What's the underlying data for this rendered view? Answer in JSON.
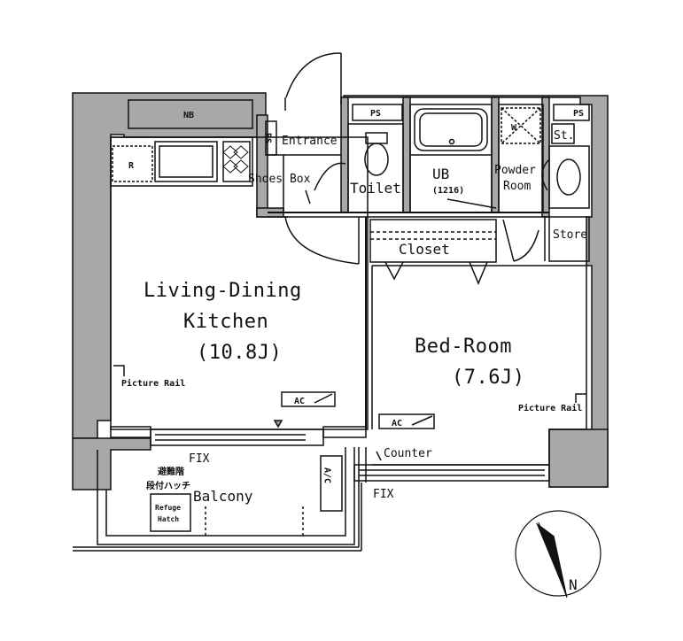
{
  "rooms": {
    "ldk_line1": "Living-Dining",
    "ldk_line2": "Kitchen",
    "ldk_size": "(10.8J)",
    "bed_name": "Bed-Room",
    "bed_size": "(7.6J)",
    "closet": "Closet",
    "toilet": "Toilet",
    "ub": "UB",
    "ub_size": "(1216)",
    "powder_line1": "Powder",
    "powder_line2": "Room",
    "store": "Store",
    "entrance": "Entrance",
    "shoes_box": "Shoes Box",
    "balcony": "Balcony"
  },
  "labels": {
    "nb": "NB",
    "ps_top_left": "PS",
    "ps_vertical": "PS",
    "ps_top_right": "PS",
    "st": "St.",
    "w": "W",
    "r": "R",
    "ac_ldk": "AC",
    "ac_bed": "AC",
    "picture_rail_ldk": "Picture Rail",
    "picture_rail_bed": "Picture Rail",
    "fix_ldk": "FIX",
    "fix_bed": "FIX",
    "counter": "Counter",
    "refuge_line1": "Refuge",
    "refuge_line2": "Hatch",
    "hatch_jp_line1": "避難階",
    "hatch_jp_line2": "段付ハッチ",
    "ac_unit_outdoor": "A/C",
    "compass_n": "N"
  },
  "colors": {
    "wall": "#a8a8a8",
    "line": "#111111",
    "background": "#ffffff"
  }
}
